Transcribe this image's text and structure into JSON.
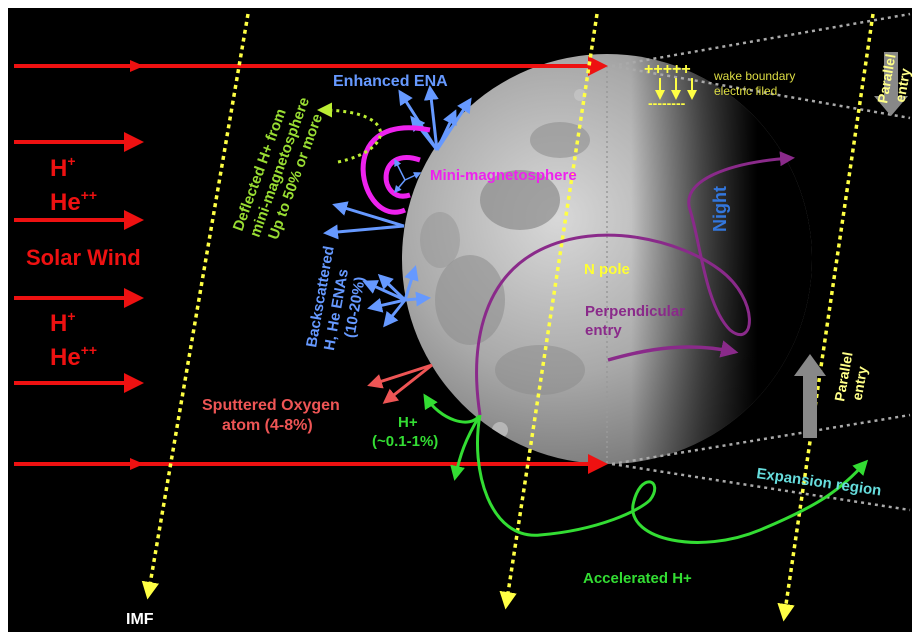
{
  "colors": {
    "background": "#000000",
    "frame": "#ffffff",
    "solar_wind": "#ee1111",
    "imf": "#ffff44",
    "green": "#33dd33",
    "magenta": "#ee22ee",
    "blue_ena": "#6699ff",
    "purple": "#8a2a8a",
    "orange": "#ee5555",
    "night": "#3377dd",
    "expansion": "#66dddd",
    "gray": "#888888",
    "wake_text": "#dddd44",
    "lime": "#99dd33"
  },
  "labels": {
    "h_plus_1": "H",
    "h_plus_1_sup": "+",
    "he_1": "He",
    "he_1_sup": "++",
    "solar_wind": "Solar Wind",
    "h_plus_2": "H",
    "h_plus_2_sup": "+",
    "he_2": "He",
    "he_2_sup": "++",
    "imf": "IMF",
    "enhanced_ena": "Enhanced ENA",
    "mini_magnetosphere": "Mini-magnetosphere",
    "deflected_line1": "Deflected H+ from",
    "deflected_line2": "mini-magnetosphere",
    "deflected_line3": "Up to 50% or more",
    "backscattered_line1": "Backscattered",
    "backscattered_line2": "H, He  ENAs",
    "backscattered_line3": "(10-20%)",
    "sputtered_line1": "Sputtered Oxygen",
    "sputtered_line2": "atom (4-8%)",
    "h_green_line1": "H+",
    "h_green_line2": "(~0.1-1%)",
    "n_pole": "N pole",
    "perpendicular_line1": "Perpendicular",
    "perpendicular_line2": "entry",
    "night": "Night",
    "plus_signs": "+++++",
    "minus_signs": "--------",
    "wake_boundary_line1": "wake boundary",
    "wake_boundary_line2": "electric filed",
    "parallel_top_line1": "Parallel",
    "parallel_top_line2": "entry",
    "parallel_bottom_line1": "Parallel",
    "parallel_bottom_line2": "entry",
    "expansion_region": "Expansion region",
    "accelerated": "Accelerated H+"
  }
}
